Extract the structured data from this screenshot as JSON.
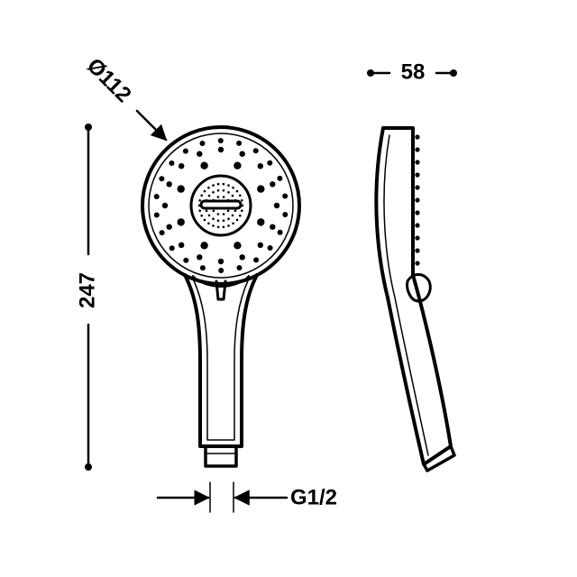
{
  "dimensions": {
    "diameter": "Ø112",
    "height": "247",
    "depth": "58",
    "thread": "G1/2"
  },
  "colors": {
    "line": "#000000",
    "background": "#ffffff"
  }
}
